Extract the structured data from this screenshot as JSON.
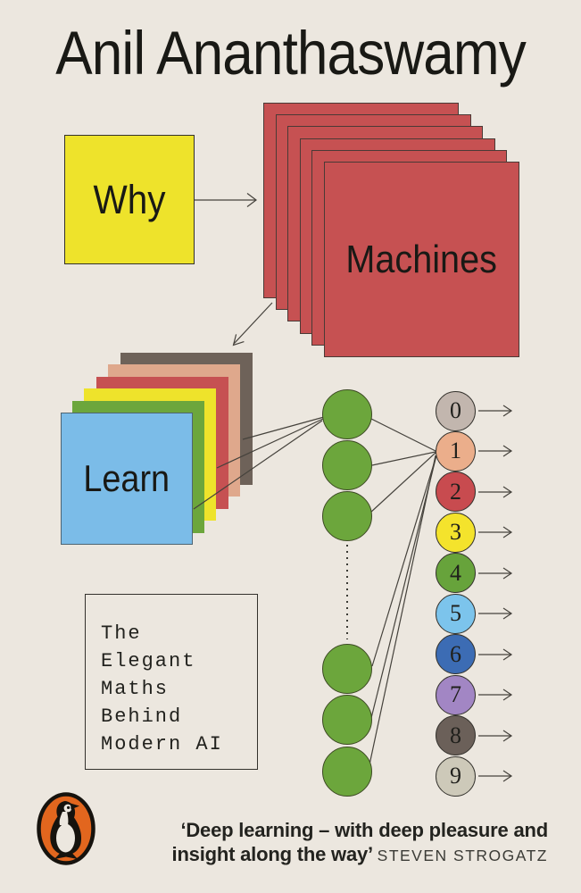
{
  "cover": {
    "author": "Anil Ananthaswamy",
    "title": {
      "why": "Why",
      "machines": "Machines",
      "learn": "Learn"
    },
    "subtitle_lines": [
      "The",
      "Elegant",
      "Maths",
      "Behind",
      "Modern AI"
    ],
    "quote": {
      "line1": "‘Deep learning – with deep pleasure and",
      "line2": "insight along the way’",
      "attribution": "STEVEN STROGATZ"
    },
    "publisher_logo": "penguin-logo"
  },
  "palette": {
    "background": "#ECE7DF",
    "ink": "#191915",
    "line": "#45423C",
    "yellow": "#EEE32B",
    "red": "#C65152",
    "blue": "#7BBCE8",
    "green": "#6CA63C",
    "salmon": "#DFA88C",
    "dark_gray": "#6E6259",
    "penguin_orange": "#E2661E"
  },
  "network": {
    "hidden_node_color": "#6CA63C",
    "output_nodes": [
      {
        "label": "0",
        "color": "#C2B6AE"
      },
      {
        "label": "1",
        "color": "#EBAE8B"
      },
      {
        "label": "2",
        "color": "#C84B4F"
      },
      {
        "label": "3",
        "color": "#F4E32C"
      },
      {
        "label": "4",
        "color": "#67A33B"
      },
      {
        "label": "5",
        "color": "#7CC4EC"
      },
      {
        "label": "6",
        "color": "#3C6CB4"
      },
      {
        "label": "7",
        "color": "#A286C4"
      },
      {
        "label": "8",
        "color": "#6B6059"
      },
      {
        "label": "9",
        "color": "#CDC9B9"
      }
    ]
  }
}
